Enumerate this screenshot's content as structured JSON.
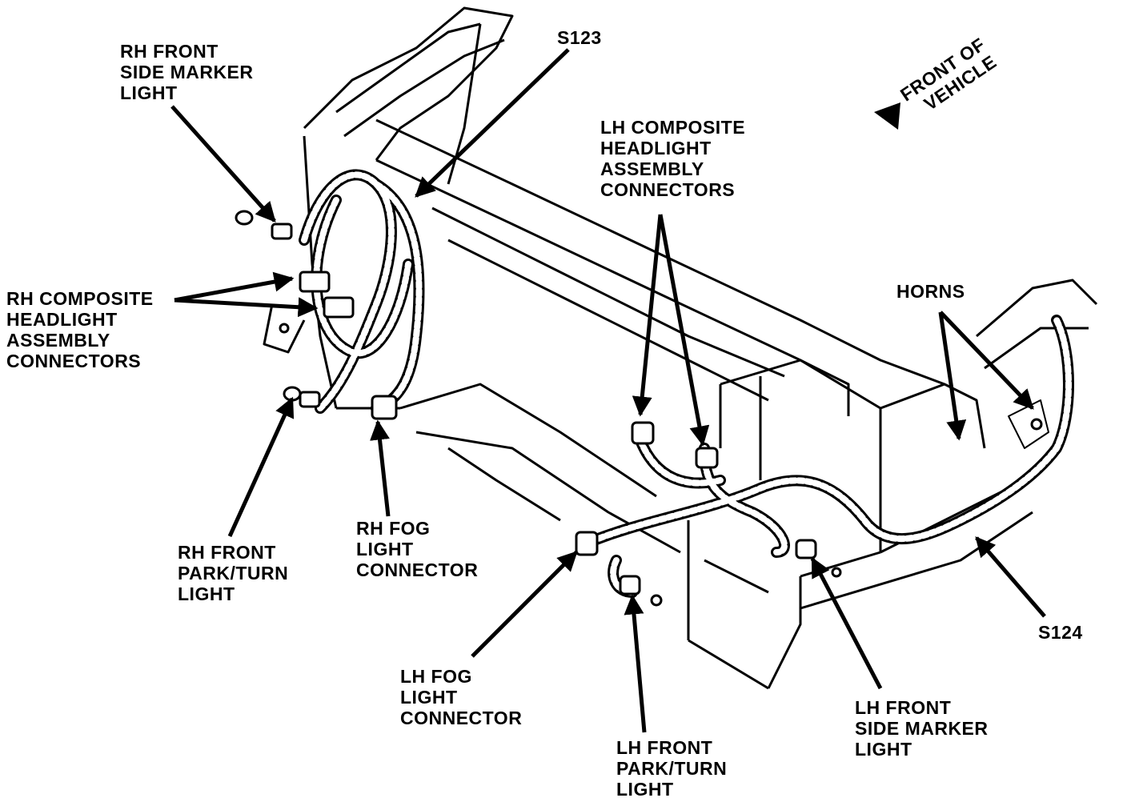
{
  "labels": {
    "rh_side_marker": [
      "RH FRONT",
      "SIDE MARKER",
      "LIGHT"
    ],
    "s123": "S123",
    "front_of_vehicle": [
      "FRONT OF",
      "VEHICLE"
    ],
    "lh_headlight": [
      "LH COMPOSITE",
      "HEADLIGHT",
      "ASSEMBLY",
      "CONNECTORS"
    ],
    "rh_headlight": [
      "RH COMPOSITE",
      "HEADLIGHT",
      "ASSEMBLY",
      "CONNECTORS"
    ],
    "horns": "HORNS",
    "rh_park_turn": [
      "RH FRONT",
      "PARK/TURN",
      "LIGHT"
    ],
    "rh_fog": [
      "RH FOG",
      "LIGHT",
      "CONNECTOR"
    ],
    "s124": "S124",
    "lh_fog": [
      "LH FOG",
      "LIGHT",
      "CONNECTOR"
    ],
    "lh_side_marker": [
      "LH FRONT",
      "SIDE MARKER",
      "LIGHT"
    ],
    "lh_park_turn": [
      "LH FRONT",
      "PARK/TURN",
      "LIGHT"
    ]
  },
  "colors": {
    "ink": "#000000",
    "paper": "#ffffff"
  }
}
